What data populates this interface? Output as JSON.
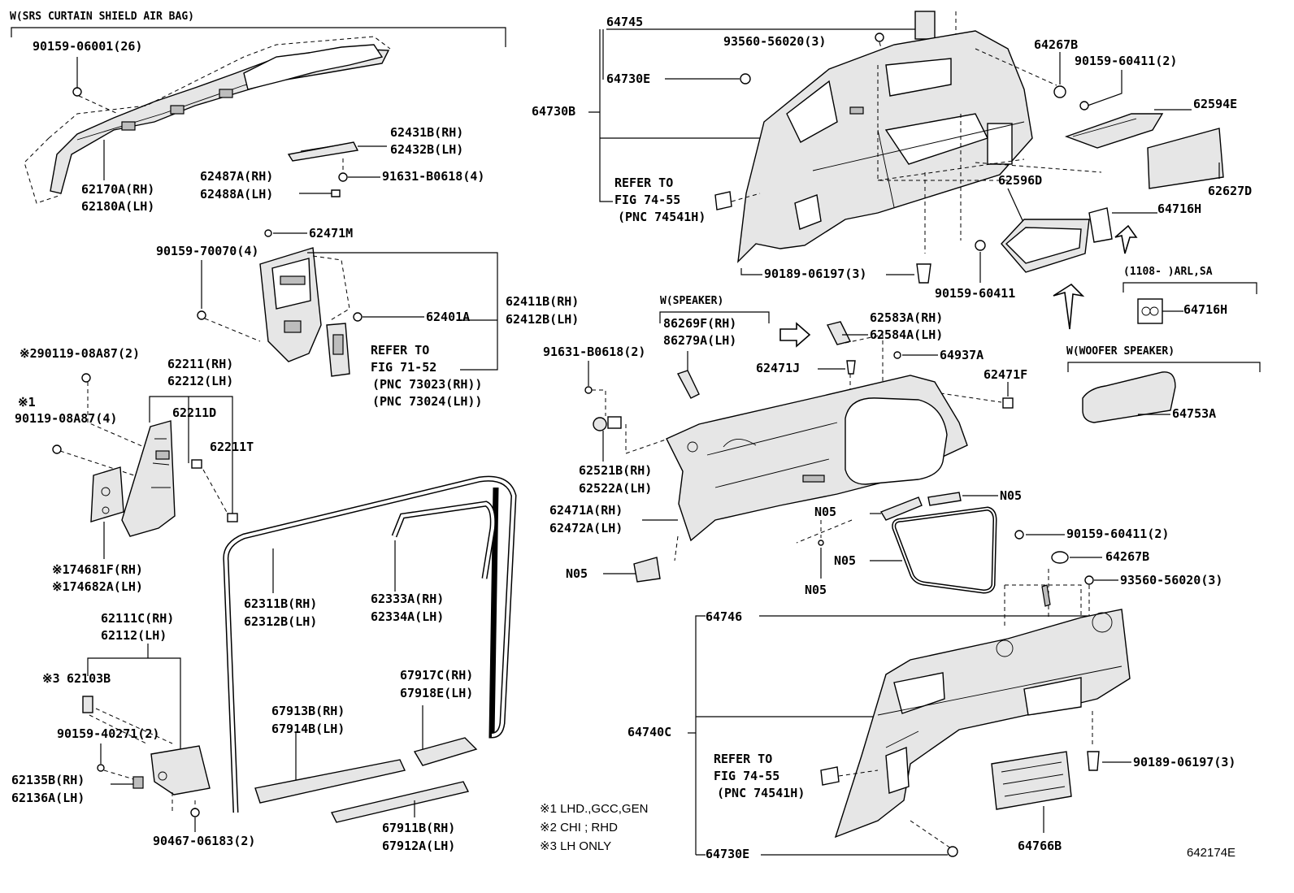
{
  "diagram_id": "642174E",
  "groups": {
    "srs_curtain": "W(SRS CURTAIN SHIELD AIR BAG)",
    "speaker": "W(SPEAKER)",
    "woofer": "W(WOOFER SPEAKER)",
    "arl_sa": "(1108-      )ARL,SA"
  },
  "refs": {
    "ref1": [
      "REFER TO",
      "FIG 74-55",
      "(PNC 74541H)"
    ],
    "ref2": [
      "REFER TO",
      "FIG 71-52",
      "(PNC 73023(RH))",
      "(PNC 73024(LH))"
    ],
    "ref3": [
      "REFER TO",
      "FIG 74-55",
      "(PNC 74541H)"
    ]
  },
  "notes": [
    "※1 LHD.,GCC,GEN",
    "※2 CHI ; RHD",
    "※3 LH ONLY"
  ],
  "parts": {
    "p90159_06001": "90159-06001(26)",
    "p62170a": "62170A(RH)",
    "p62180a": "62180A(LH)",
    "p62431b": "62431B(RH)",
    "p62432b": "62432B(LH)",
    "p62487a": "62487A(RH)",
    "p62488a": "62488A(LH)",
    "p91631_b0618_4": "91631-B0618(4)",
    "p62471m": "62471M",
    "p90159_70070": "90159-70070(4)",
    "p62401a": "62401A",
    "p62411b": "62411B(RH)",
    "p62412b": "62412B(LH)",
    "p290119": "※290119-08A87(2)",
    "p_star1": "※1",
    "p90119_4": "90119-08A87(4)",
    "p62211": "62211(RH)",
    "p62212": "62212(LH)",
    "p62211d": "62211D",
    "p62211t": "62211T",
    "p74681f": "※174681F(RH)",
    "p74682a": "※174682A(LH)",
    "p62111c": "62111C(RH)",
    "p62112": "62112(LH)",
    "p62103b_star": "※3",
    "p62103b": "62103B",
    "p90159_40271": "90159-40271(2)",
    "p62135b": "62135B(RH)",
    "p62136a": "62136A(LH)",
    "p90467": "90467-06183(2)",
    "p62311b": "62311B(RH)",
    "p62312b": "62312B(LH)",
    "p62333a": "62333A(RH)",
    "p62334a": "62334A(LH)",
    "p67913b": "67913B(RH)",
    "p67914b": "67914B(LH)",
    "p67917c": "67917C(RH)",
    "p67918e": "67918E(LH)",
    "p67911b": "67911B(RH)",
    "p67912a": "67912A(LH)",
    "p64745": "64745",
    "p93560_a": "93560-56020(3)",
    "p64730e_top": "64730E",
    "p64730b": "64730B",
    "p64267b_top": "64267B",
    "p90159_60411_top": "90159-60411(2)",
    "p62594e": "62594E",
    "p62627d": "62627D",
    "p62596d": "62596D",
    "p64716h_a": "64716H",
    "p90189_a": "90189-06197(3)",
    "p90159_60411_mid": "90159-60411",
    "p64716h_b": "64716H",
    "p86269f": "86269F(RH)",
    "p86279a": "86279A(LH)",
    "p91631_b0618_2": "91631-B0618(2)",
    "p62583a": "62583A(RH)",
    "p62584a": "62584A(LH)",
    "p64937a": "64937A",
    "p62471j": "62471J",
    "p62471f": "62471F",
    "p64753a": "64753A",
    "p62521b": "62521B(RH)",
    "p62522a": "62522A(LH)",
    "p62471a": "62471A(RH)",
    "p62472a": "62472A(LH)",
    "pn05_1": "N05",
    "pn05_2": "N05",
    "pn05_3": "N05",
    "pn05_4": "N05",
    "pn05_5": "N05",
    "p90159_60411_low": "90159-60411(2)",
    "p64267b_low": "64267B",
    "p93560_b": "93560-56020(3)",
    "p64746": "64746",
    "p64740c": "64740C",
    "p90189_b": "90189-06197(3)",
    "p64730e_bot": "64730E",
    "p64766b": "64766B"
  }
}
